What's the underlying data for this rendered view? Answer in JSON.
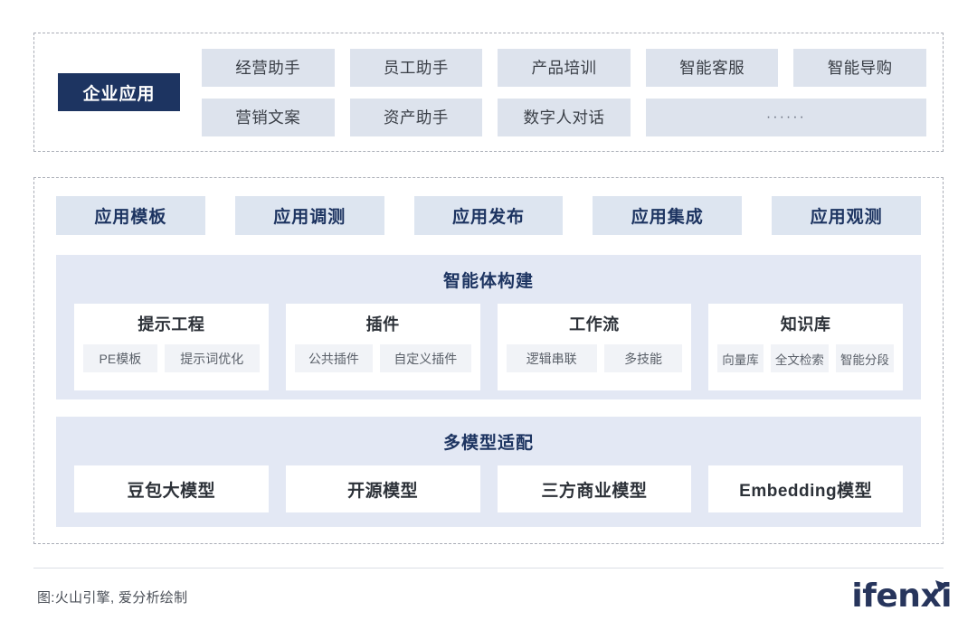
{
  "enterprise": {
    "badge_label": "企业应用",
    "apps": [
      "经营助手",
      "员工助手",
      "产品培训",
      "智能客服",
      "智能导购",
      "营销文案",
      "资产助手",
      "数字人对话"
    ],
    "ellipsis_label": "······"
  },
  "platform": {
    "top_capabilities": [
      "应用模板",
      "应用调测",
      "应用发布",
      "应用集成",
      "应用观测"
    ],
    "agent_panel": {
      "title": "智能体构建",
      "cards": [
        {
          "title": "提示工程",
          "tags": [
            "PE模板",
            "提示词优化"
          ]
        },
        {
          "title": "插件",
          "tags": [
            "公共插件",
            "自定义插件"
          ]
        },
        {
          "title": "工作流",
          "tags": [
            "逻辑串联",
            "多技能"
          ]
        },
        {
          "title": "知识库",
          "tags": [
            "向量库",
            "全文检索",
            "智能分段"
          ]
        }
      ]
    },
    "model_panel": {
      "title": "多模型适配",
      "models": [
        "豆包大模型",
        "开源模型",
        "三方商业模型",
        "Embedding模型"
      ]
    }
  },
  "footer": {
    "caption": "图:火山引擎, 爱分析绘制",
    "brand": "ifenxi"
  },
  "colors": {
    "navy": "#1d3461",
    "app_chip_bg": "#dde3ed",
    "plat_chip_bg": "#dde5f0",
    "panel_bg": "#e3e8f4",
    "tag_bg": "#f1f3f7",
    "page_bg": "#eef0f4",
    "brand": "#27355c"
  }
}
